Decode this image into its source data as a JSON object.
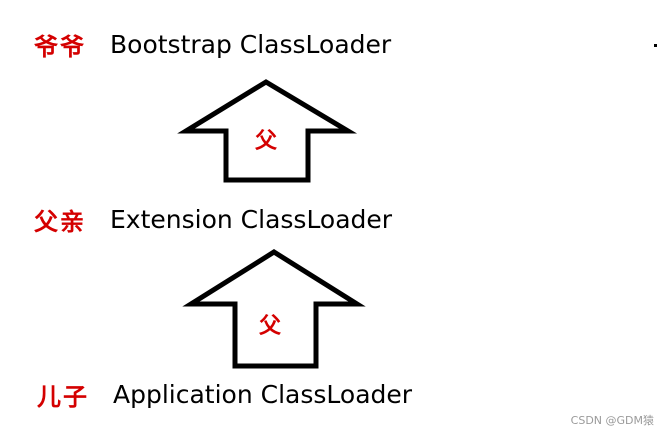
{
  "levels": [
    {
      "role": "爷爷",
      "loader": "Bootstrap ClassLoader"
    },
    {
      "role": "父亲",
      "loader": "Extension ClassLoader"
    },
    {
      "role": "儿子",
      "loader": "Application ClassLoader"
    }
  ],
  "arrows": [
    {
      "label": "父"
    },
    {
      "label": "父"
    }
  ],
  "watermark": "CSDN @GDM猿",
  "colors": {
    "role": "#d40000",
    "text": "#000000",
    "arrow_stroke": "#000000",
    "watermark": "#9a9a9a"
  }
}
